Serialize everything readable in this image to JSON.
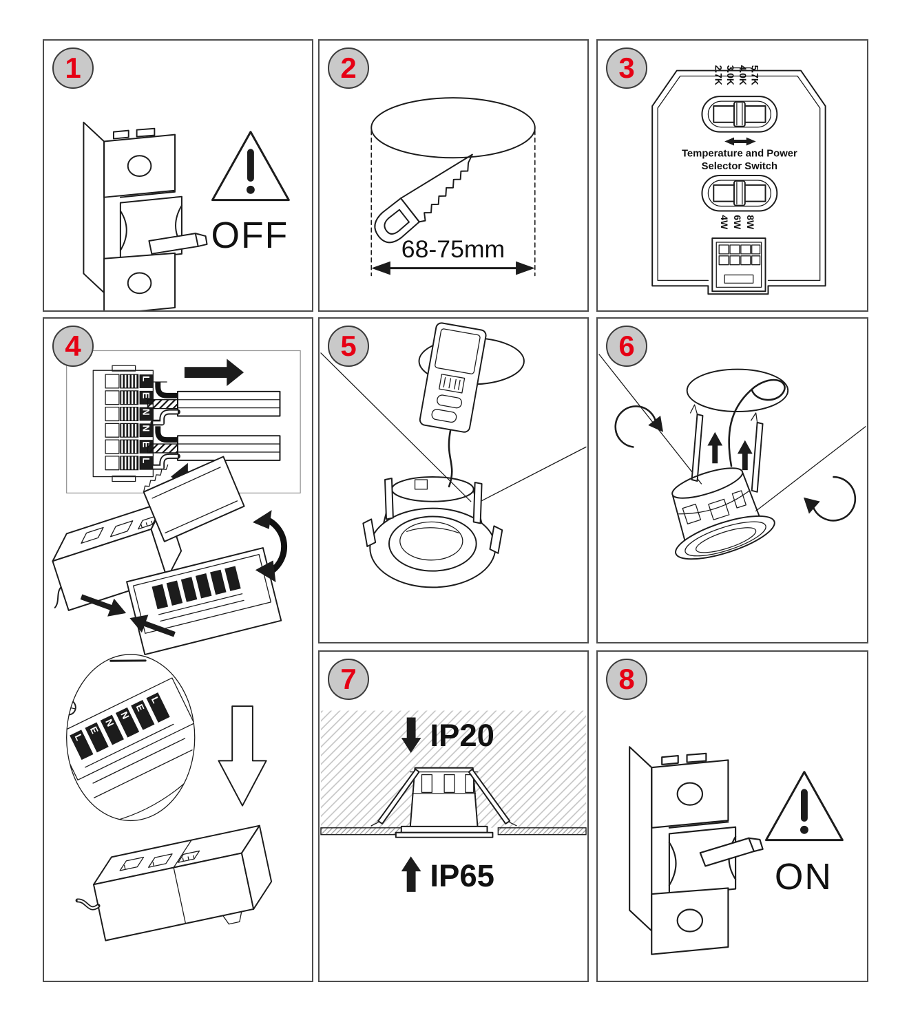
{
  "colors": {
    "accent_red": "#e60014",
    "badge_fill": "#c9c9c9",
    "panel_border": "#4d4d4d",
    "line": "#1c1c1c",
    "ceiling_hatch": "#c2c2c2"
  },
  "panels": {
    "p1": {
      "number": "1",
      "warning_label": "OFF"
    },
    "p2": {
      "number": "2",
      "dimension": "68-75mm"
    },
    "p3": {
      "number": "3",
      "temp_labels": [
        "2.7K",
        "3.0K",
        "4.0K",
        "5.7K"
      ],
      "power_labels": [
        "4W",
        "6W",
        "8W"
      ],
      "caption_line1": "Temperature and Power",
      "caption_line2": "Selector Switch"
    },
    "p4": {
      "number": "4",
      "terminal_labels": [
        "L",
        "E",
        "N",
        "N",
        "E",
        "L"
      ]
    },
    "p5": {
      "number": "5"
    },
    "p6": {
      "number": "6"
    },
    "p7": {
      "number": "7",
      "ip_top": "IP20",
      "ip_bottom": "IP65"
    },
    "p8": {
      "number": "8",
      "warning_label": "ON"
    }
  }
}
